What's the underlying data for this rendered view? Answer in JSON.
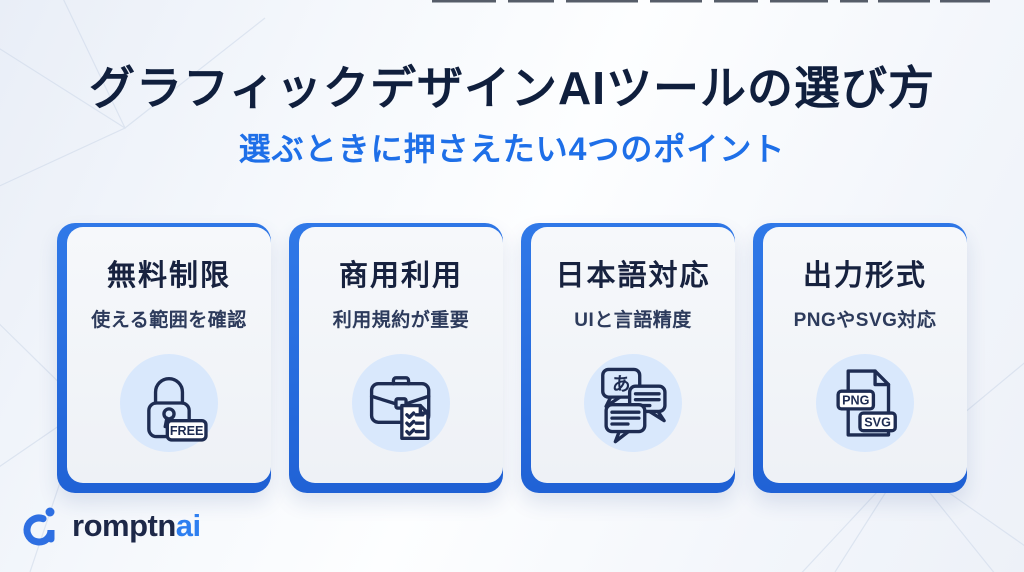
{
  "header": {
    "title": "グラフィックデザインAIツールの選び方",
    "subtitle": "選ぶときに押さえたい4つのポイント"
  },
  "cards": [
    {
      "title": "無料制限",
      "desc": "使える範囲を確認",
      "icon": "lock-free-icon",
      "badge": "FREE"
    },
    {
      "title": "商用利用",
      "desc": "利用規約が重要",
      "icon": "briefcase-checklist-icon"
    },
    {
      "title": "日本語対応",
      "desc": "UIと言語精度",
      "icon": "chat-bubbles-icon",
      "bubble_char": "あ"
    },
    {
      "title": "出力形式",
      "desc": "PNGやSVG対応",
      "icon": "file-format-icon",
      "badge_top": "PNG",
      "badge_bottom": "SVG"
    }
  ],
  "logo": {
    "text_dark": "romptn",
    "text_accent": "ai"
  },
  "colors": {
    "accent_blue": "#1f65d8",
    "title_navy": "#101f3d",
    "subtitle_blue": "#1e6fe8",
    "icon_stroke": "#1e2c52",
    "icon_circle_bg": "#d9e8fc",
    "card_bg": "#f1f3f8",
    "logo_blue": "#2e7ff0"
  }
}
